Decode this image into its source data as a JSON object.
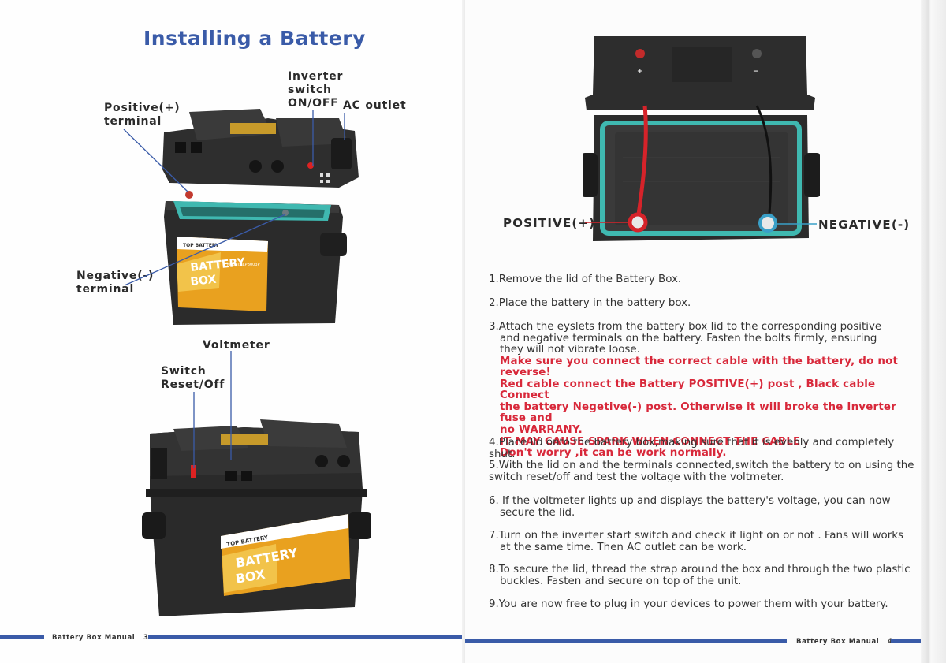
{
  "left_page": {
    "title": "Installing a Battery",
    "labels": {
      "positive_terminal": [
        "Positive(+)",
        "terminal"
      ],
      "inverter_switch": [
        "Inverter",
        "switch",
        "ON/OFF"
      ],
      "ac_outlet": "AC outlet",
      "negative_terminal": [
        "Negative(-)",
        "terminal"
      ],
      "voltmeter": "Voltmeter",
      "switch_reset": [
        "Switch",
        "Reset/Off"
      ]
    },
    "product_label": {
      "brand": "TOP BATTERY",
      "model": "Model:TLPB003P",
      "name_line1": "BATTERY",
      "name_line2": "BOX"
    },
    "footer": {
      "text": "Battery Box Manual",
      "page": "3"
    }
  },
  "right_page": {
    "labels": {
      "positive": "POSITIVE(+)",
      "negative": "NEGATIVE(-)",
      "lid_plus": "+",
      "lid_minus": "−"
    },
    "steps": [
      {
        "num": "1.",
        "text": "Remove the lid of the Battery Box."
      },
      {
        "num": "2.",
        "text": "Place the battery in the battery box."
      },
      {
        "num": "3.",
        "lines": [
          "Attach the eyslets from the battery box lid to the corresponding positive",
          "and negative terminals on the battery. Fasten the bolts firmly, ensuring",
          "they will not vibrate loose."
        ],
        "warning": [
          "Make sure you connect the correct cable with the battery, do not reverse!",
          "Red cable connect the Battery POSITIVE(+) post , Black cable Connect",
          "the battery Negetive(-) post. Otherwise it will broke the Inverter fuse and",
          "no WARRANY.",
          "IT MAY CAUSE SPARK WHEN CONNECT THE CABLE .",
          "Don't worry ,it can be work normally."
        ]
      },
      {
        "num": "4.",
        "text": "Place lid onto the battery box,making sure that it is evenly and completely shut."
      },
      {
        "num": "5.",
        "lines": [
          "With the lid on and the terminals connected,switch the battery to on using the",
          "switch reset/off and test the voltage with the voltmeter."
        ]
      },
      {
        "num": "6.",
        "lines": [
          " If the voltmeter lights up and displays the battery's voltage, you can now",
          "secure the lid."
        ]
      },
      {
        "num": "7.",
        "lines": [
          "Turn on the inverter start switch and check it light on or not .  Fans will works",
          "at the same time.  Then AC outlet can be work."
        ]
      },
      {
        "num": "8.",
        "lines": [
          "To secure the lid, thread the strap around the box and through the two plastic",
          "buckles. Fasten and secure on top of  the unit."
        ]
      },
      {
        "num": "9.",
        "text": "You are now free to plug in your devices to power them with your battery."
      }
    ],
    "footer": {
      "text": "Battery Box Manual",
      "page": "4"
    }
  },
  "colors": {
    "title_blue": "#3a5ba8",
    "warning_red": "#d8283a",
    "box_body": "#2b2b2b",
    "label_orange": "#e9a11f",
    "teal_rim": "#3fb8b0"
  }
}
